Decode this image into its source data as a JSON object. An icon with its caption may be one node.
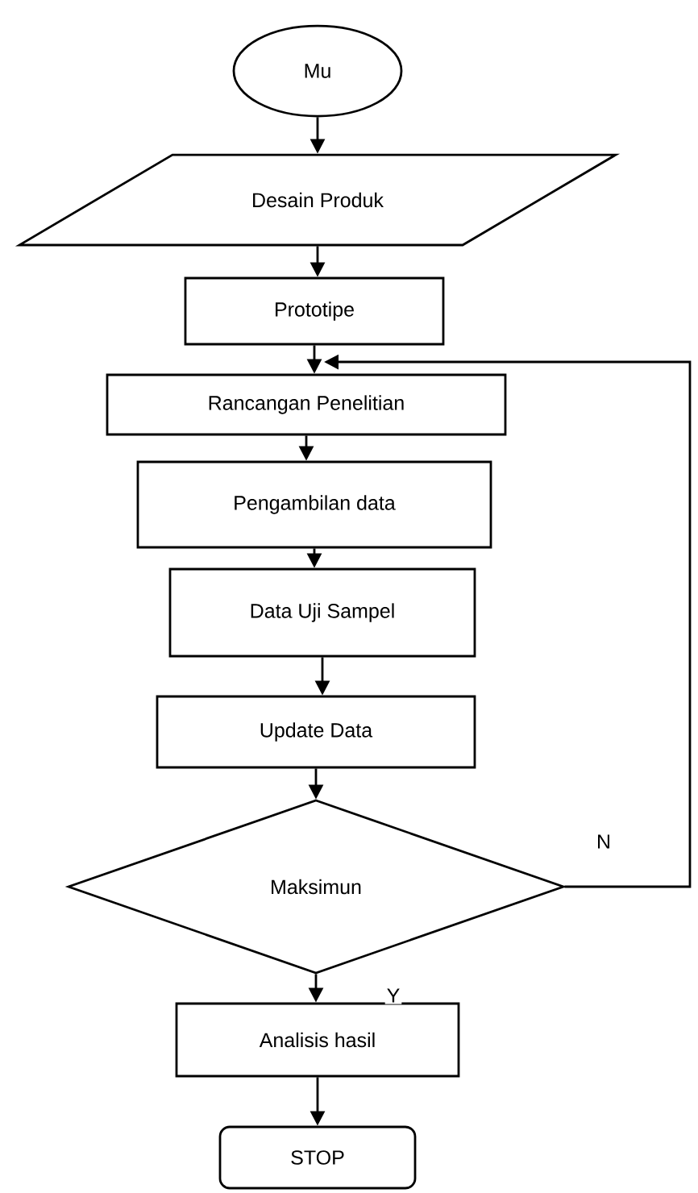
{
  "diagram": {
    "nodes": [
      {
        "text": [
          "Mu"
        ]
      },
      {
        "text": [
          "Desain Produk"
        ]
      },
      {
        "text": [
          "Prototipe"
        ]
      },
      {
        "text": [
          "Rancangan Penelitian"
        ]
      },
      {
        "text": [
          "Pengambilan data"
        ]
      },
      {
        "text": [
          "Data Uji Sampel"
        ]
      },
      {
        "text": [
          "Update Data"
        ]
      },
      {
        "text": [
          "Maksimun"
        ]
      },
      {
        "text": [
          "Analisis hasil"
        ]
      },
      {
        "text": [
          "STOP"
        ]
      }
    ],
    "edges": [
      {
        "from": 0,
        "to": 1,
        "arrow": "to"
      },
      {
        "from": 1,
        "to": 2,
        "arrow": "to"
      },
      {
        "from": 2,
        "to": 3,
        "arrow": "to"
      },
      {
        "from": 3,
        "to": 4,
        "arrow": "to"
      },
      {
        "from": 4,
        "to": 5,
        "arrow": "to"
      },
      {
        "from": 5,
        "to": 6,
        "arrow": "to"
      },
      {
        "from": 6,
        "to": 7,
        "arrow": "to"
      },
      {
        "from": 7,
        "to": 8,
        "arrow": "to",
        "label": "Y"
      },
      {
        "from": 8,
        "to": 9,
        "arrow": "to"
      },
      {
        "from": 7,
        "to": 3,
        "arrow": "to",
        "label": "N"
      }
    ]
  }
}
